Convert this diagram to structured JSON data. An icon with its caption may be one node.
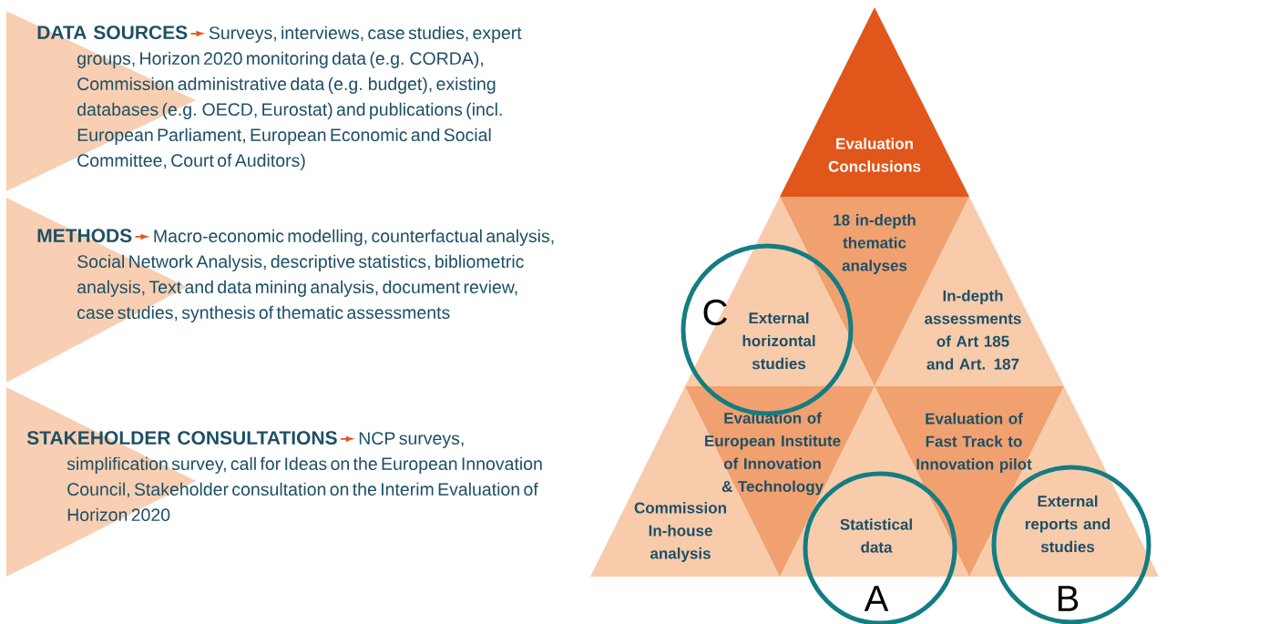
{
  "diagram": {
    "nodes": [
      {
        "text": [
          "DATA SOURCES",
          "Surveys, interviews, case studies, expert groups, Horizon 2020 monitoring data (e.g. CORDA), Commission administrative data (e.g. budget), existing databases (e.g. OECD, Eurostat) and publications (incl. European Parliament, European Economic and Social Committee, Court of Auditors)"
        ]
      },
      {
        "text": [
          "METHODS",
          "Macro-economic modelling, counterfactual analysis, Social Network Analysis, descriptive statistics, bibliometric analysis, Text and data mining analysis, document review, case studies, synthesis of thematic assessments"
        ]
      },
      {
        "text": [
          "STAKEHOLDER CONSULTATIONS",
          "NCP surveys, simplification survey, call for Ideas on the European Innovation Council, Stakeholder consultation on the Interim Evaluation of Horizon 2020"
        ]
      },
      {
        "text": [
          "Evaluation Conclusions"
        ]
      },
      {
        "text": [
          "18 in-depth thematic analyses"
        ]
      },
      {
        "text": [
          "External horizontal studies"
        ]
      },
      {
        "text": [
          "In-depth assessments of Art 185 and Art. 187"
        ]
      },
      {
        "text": [
          "Evaluation of European Institute of Innovation & Technology"
        ]
      },
      {
        "text": [
          "Evaluation of Fast Track to Innovation pilot"
        ]
      },
      {
        "text": [
          "Commission In-house analysis"
        ]
      },
      {
        "text": [
          "Statistical data"
        ]
      },
      {
        "text": [
          "External reports and studies"
        ]
      }
    ],
    "labels": [
      "C",
      "A",
      "B"
    ]
  }
}
